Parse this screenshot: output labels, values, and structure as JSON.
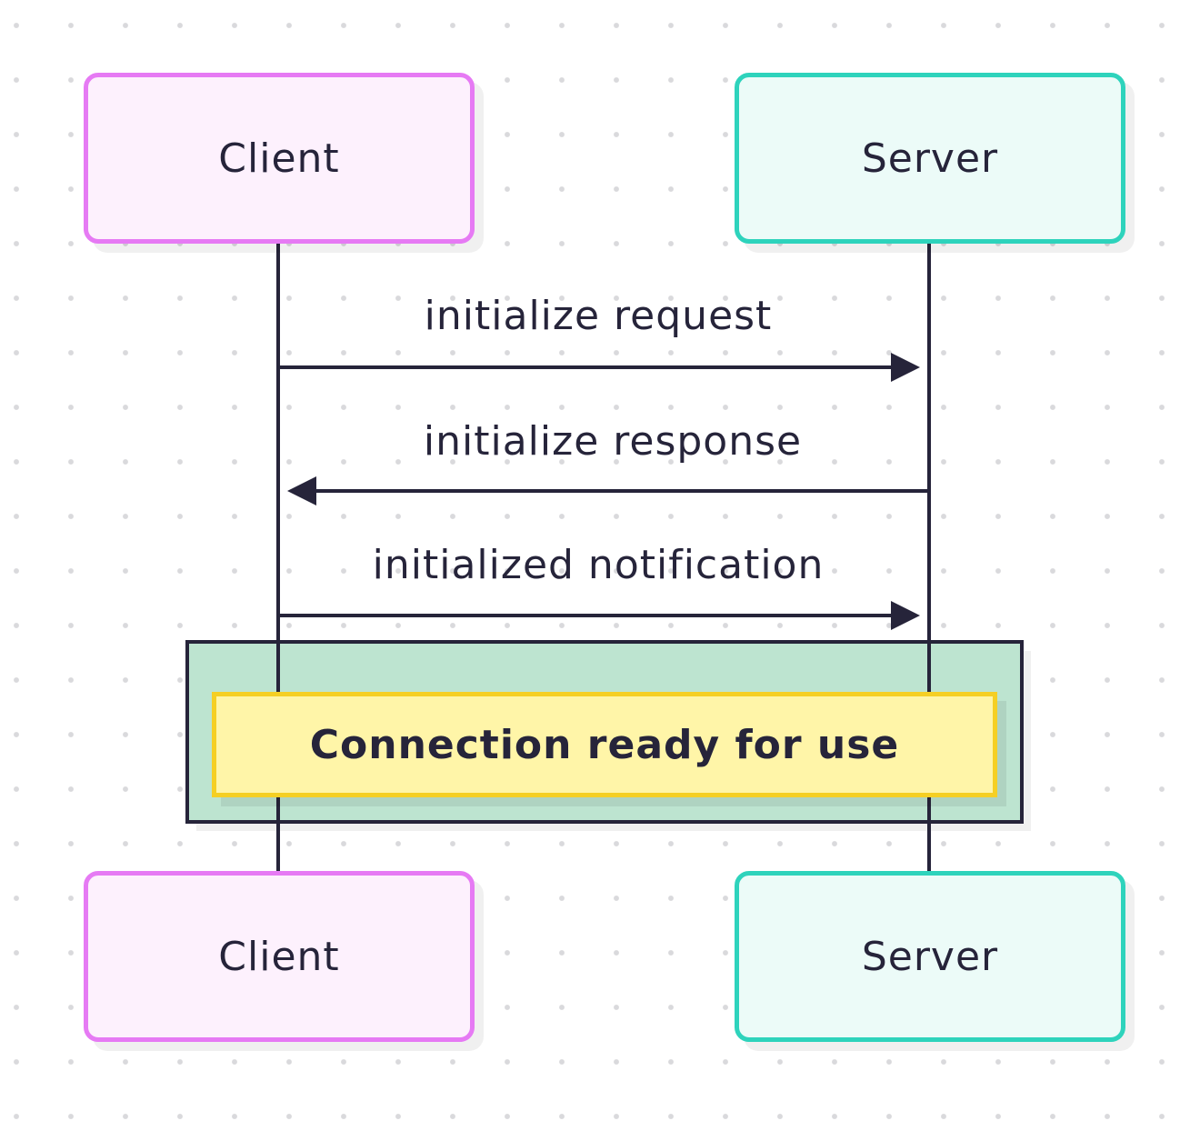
{
  "participants": {
    "client": {
      "label": "Client"
    },
    "server": {
      "label": "Server"
    }
  },
  "messages": [
    {
      "label": "initialize request",
      "from": "client",
      "to": "server"
    },
    {
      "label": "initialize response",
      "from": "server",
      "to": "client"
    },
    {
      "label": "initialized notification",
      "from": "client",
      "to": "server"
    }
  ],
  "note": {
    "label": "Connection ready for use"
  },
  "colors": {
    "client_border": "#e67af4",
    "client_fill": "#fdf1fd",
    "server_border": "#2ed3bc",
    "server_fill": "#ecfbf8",
    "rect_fill": "#bde4d0",
    "note_fill": "#fff5a8",
    "note_border": "#f5cf24",
    "line": "#26243a"
  }
}
